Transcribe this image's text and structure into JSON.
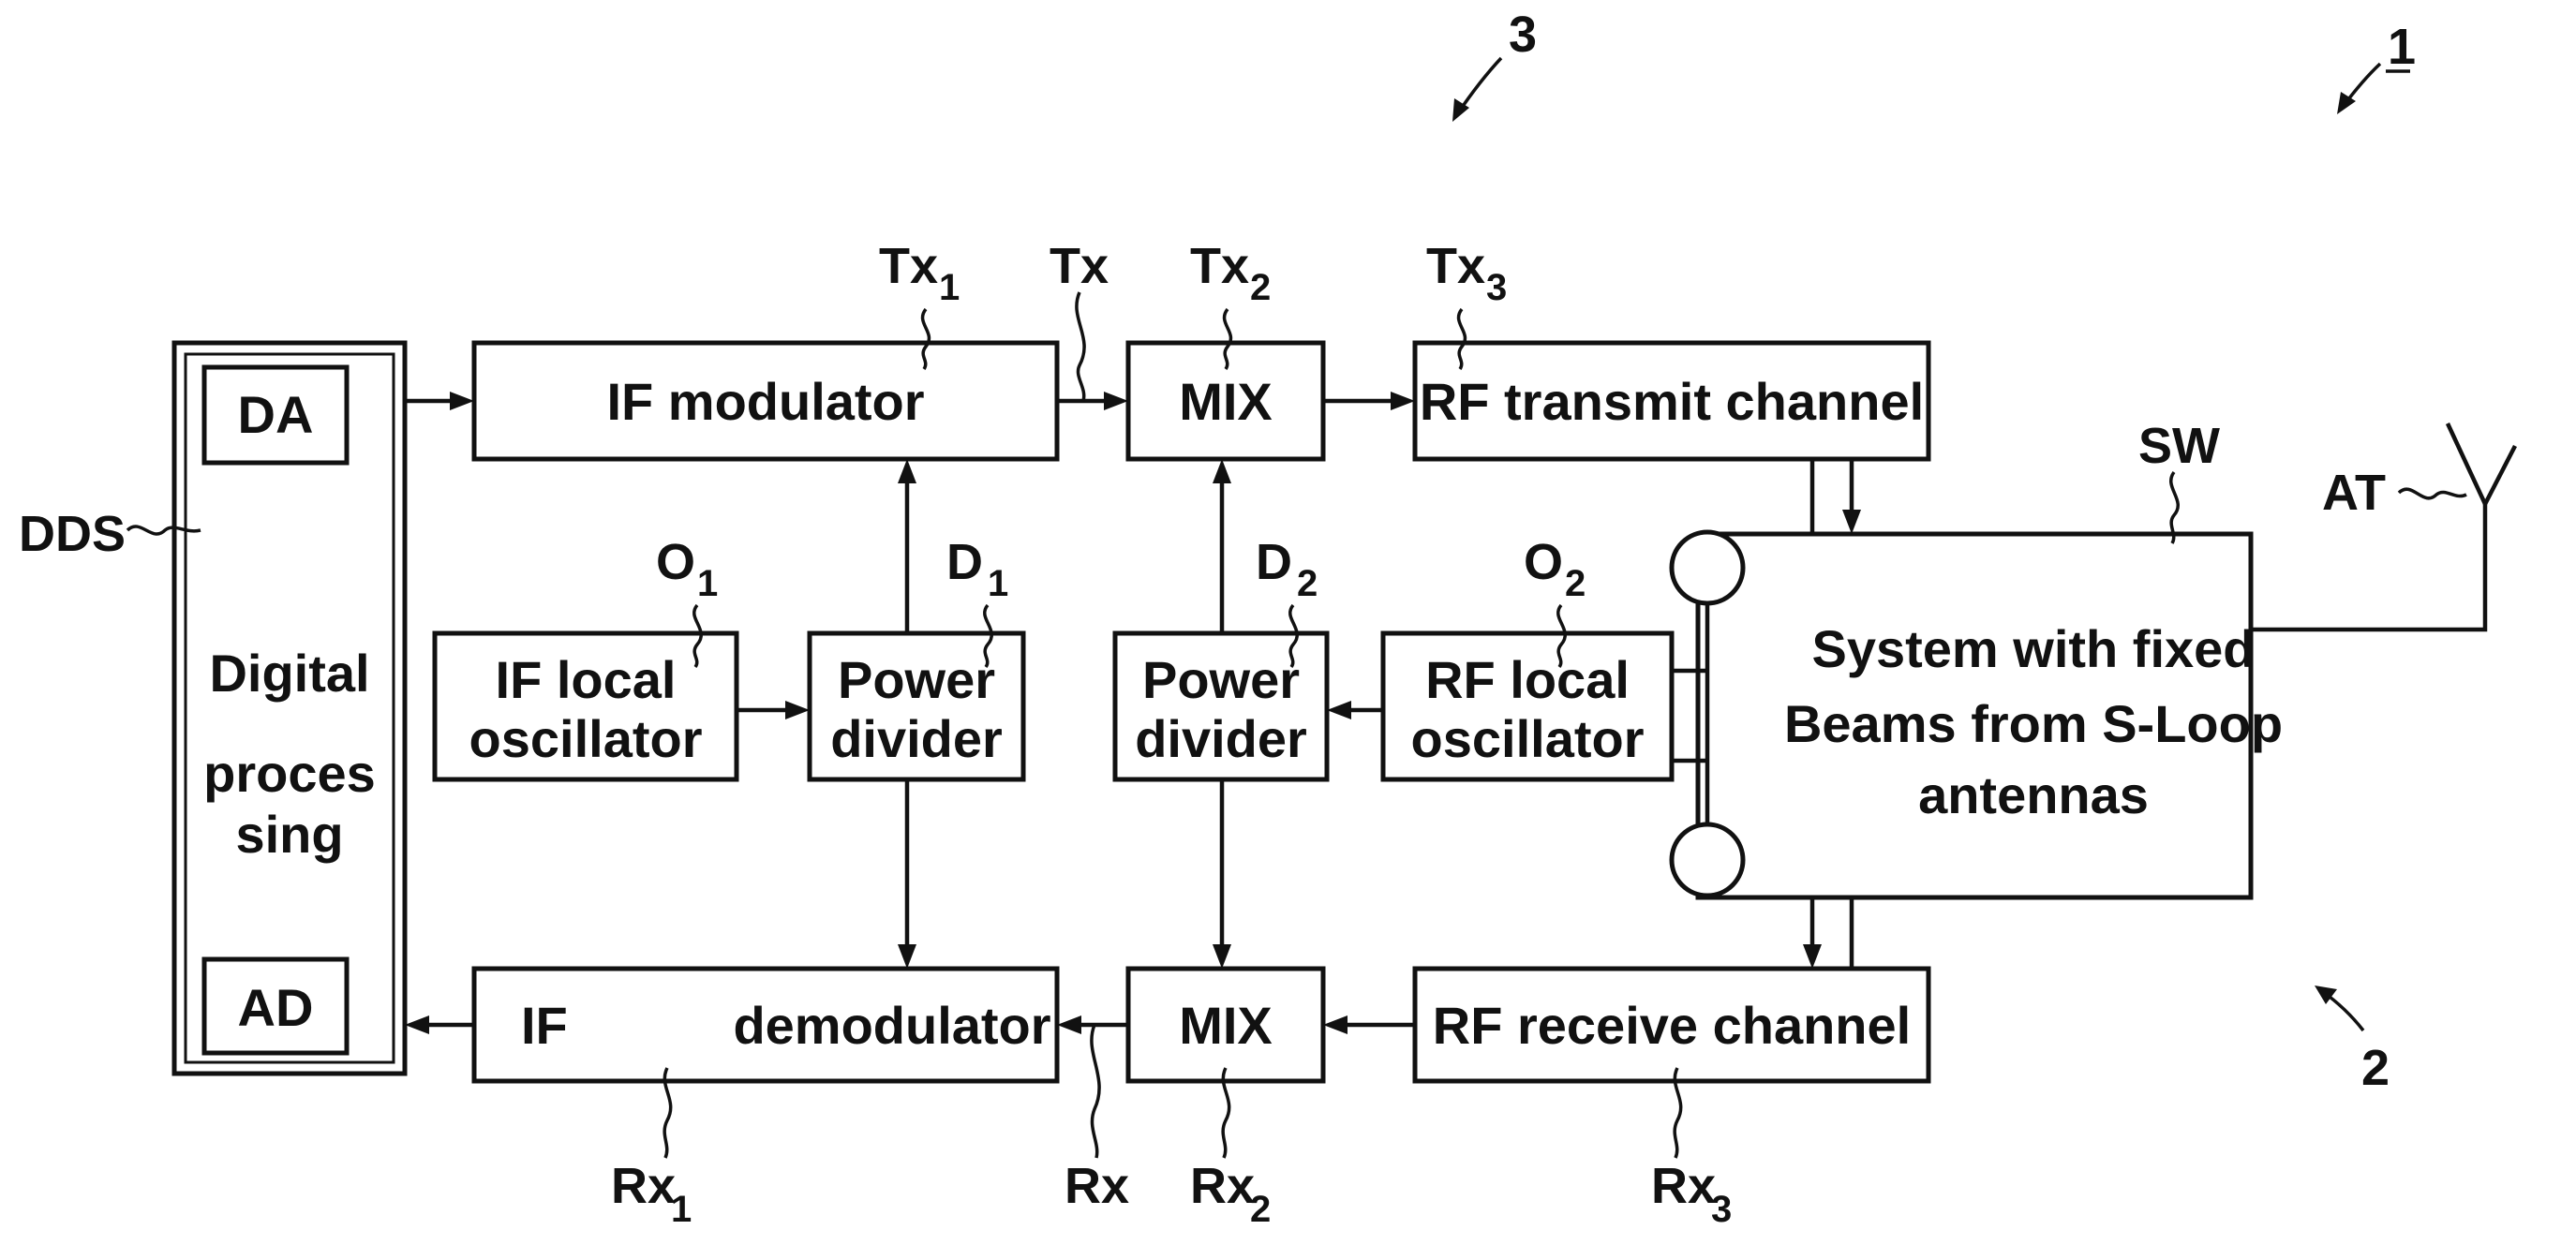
{
  "figure_refs": {
    "system": "1",
    "antenna_part": "2",
    "transceiver": "3"
  },
  "blocks": {
    "da": "DA",
    "ad": "AD",
    "digital_processing": [
      "Digital",
      "proces",
      "sing"
    ],
    "if_modulator": "IF modulator",
    "if_demodulator_left": "IF",
    "if_demodulator_right": "demodulator",
    "mix_tx": "MIX",
    "mix_rx": "MIX",
    "rf_transmit_channel": "RF transmit channel",
    "rf_receive_channel": "RF receive channel",
    "if_local_oscillator": [
      "IF local",
      "oscillator"
    ],
    "rf_local_oscillator": [
      "RF local",
      "oscillator"
    ],
    "power_divider_1": [
      "Power",
      "divider"
    ],
    "power_divider_2": [
      "Power",
      "divider"
    ],
    "fixed_beams_system": [
      "System with fixed",
      "Beams from S-Loop",
      "antennas"
    ]
  },
  "refs": {
    "dds": "DDS",
    "tx1": {
      "main": "Tx",
      "sub": "1"
    },
    "tx": "Tx",
    "tx2": {
      "main": "Tx",
      "sub": "2"
    },
    "tx3": {
      "main": "Tx",
      "sub": "3"
    },
    "rx1": {
      "main": "Rx",
      "sub": "1"
    },
    "rx": "Rx",
    "rx2": {
      "main": "Rx",
      "sub": "2"
    },
    "rx3": {
      "main": "Rx",
      "sub": "3"
    },
    "o1": {
      "main": "O",
      "sub": "1"
    },
    "o2": {
      "main": "O",
      "sub": "2"
    },
    "d1": {
      "main": "D",
      "sub": "1"
    },
    "d2": {
      "main": "D",
      "sub": "2"
    },
    "sw": "SW",
    "at": "AT"
  }
}
